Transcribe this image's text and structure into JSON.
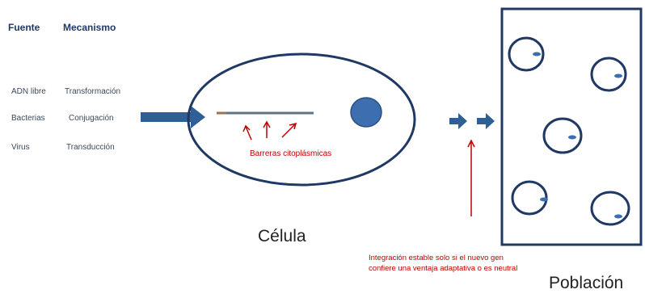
{
  "headers": {
    "fuente": "Fuente",
    "mecanismo": "Mecanismo"
  },
  "rows": [
    {
      "fuente": "ADN libre",
      "mecanismo": "Transformación"
    },
    {
      "fuente": "Bacterias",
      "mecanismo": "Conjugación"
    },
    {
      "fuente": "Virus",
      "mecanismo": "Transducción"
    }
  ],
  "cell_label": "Célula",
  "barrier_label": "Barreras citoplásmicas",
  "integration_note": "Integración estable solo si el nuevo gen confiere una ventaja adaptativa o es neutral",
  "population_label": "Población",
  "colors": {
    "outline": "#1f3864",
    "arrow": "#2e5f95",
    "red": "#c00000",
    "nucleus": "#3d6fb0"
  }
}
